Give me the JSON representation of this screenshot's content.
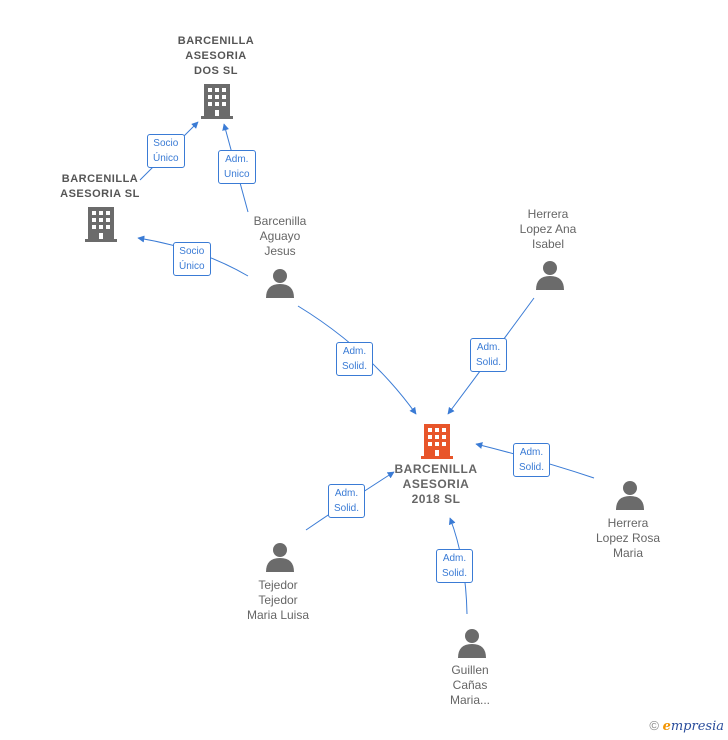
{
  "nodes": {
    "dos": {
      "label": "BARCENILLA\nASESORIA\nDOS  SL",
      "type": "company"
    },
    "asesoria": {
      "label": "BARCENILLA\nASESORIA  SL",
      "type": "company"
    },
    "aguayo": {
      "label": "Barcenilla\nAguayo\nJesus",
      "type": "person"
    },
    "ana": {
      "label": "Herrera\nLopez Ana\nIsabel",
      "type": "person"
    },
    "main": {
      "label": "BARCENILLA\nASESORIA\n2018  SL",
      "type": "company-main"
    },
    "rosa": {
      "label": "Herrera\nLopez Rosa\nMaria",
      "type": "person"
    },
    "luisa": {
      "label": "Tejedor\nTejedor\nMaria Luisa",
      "type": "person"
    },
    "guillen": {
      "label": "Guillen\nCañas\nMaria...",
      "type": "person"
    }
  },
  "edges": {
    "e1": {
      "label": "Socio\nÚnico"
    },
    "e2": {
      "label": "Adm.\nUnico"
    },
    "e3": {
      "label": "Socio\nÚnico"
    },
    "e4": {
      "label": "Adm.\nSolid."
    },
    "e5": {
      "label": "Adm.\nSolid."
    },
    "e6": {
      "label": "Adm.\nSolid."
    },
    "e7": {
      "label": "Adm.\nSolid."
    },
    "e8": {
      "label": "Adm.\nSolid."
    }
  },
  "colors": {
    "edge": "#3a7bd5",
    "company": "#6b6b6b",
    "main_company": "#e8552a",
    "person": "#6b6b6b"
  },
  "footer": {
    "copyright": "©",
    "brand_e": "e",
    "brand_rest": "mpresia"
  }
}
